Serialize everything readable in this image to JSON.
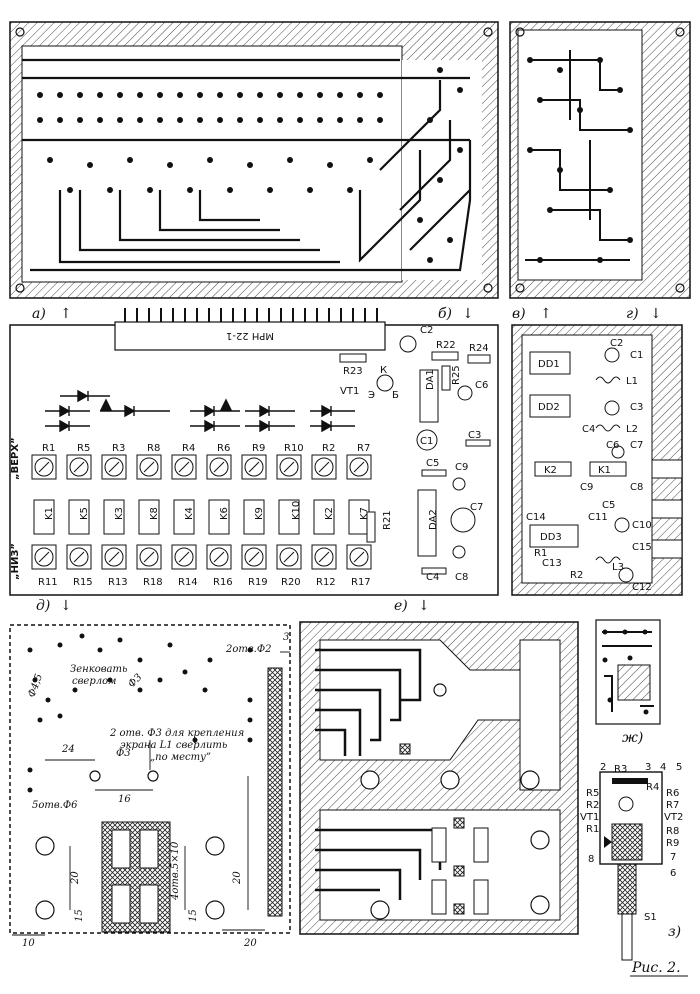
{
  "figure_caption": "Рис. 2.",
  "panel_labels": {
    "a": "а)",
    "b": "б)",
    "v": "в)",
    "g": "г)",
    "d": "д)",
    "e": "е)",
    "zh": "ж)",
    "z": "з)"
  },
  "panel_b": {
    "connector": "МРН 22-1",
    "top_side": "„ВЕРХ”",
    "bottom_side": "„НИЗ”",
    "top_trimmers": [
      "R1",
      "R5",
      "R3",
      "R8",
      "R4",
      "R6",
      "R9",
      "R10",
      "R2",
      "R7"
    ],
    "relays": [
      "K1",
      "K5",
      "K3",
      "K8",
      "K4",
      "K6",
      "K9",
      "K10",
      "K2",
      "K7"
    ],
    "bottom_trimmers": [
      "R11",
      "R15",
      "R13",
      "R18",
      "R14",
      "R16",
      "R19",
      "R20",
      "R12",
      "R17"
    ],
    "parts": {
      "r23": "R23",
      "r22": "R22",
      "r24": "R24",
      "r25": "R25",
      "r21": "R21",
      "c1": "C1",
      "c2": "C2",
      "c3": "C3",
      "c4": "C4",
      "c5": "C5",
      "c6": "C6",
      "c7": "C7",
      "c8": "C8",
      "c9": "C9",
      "da1": "DA1",
      "da2": "DA2",
      "vt1": "VT1",
      "k": "К",
      "e": "Э",
      "bb": "Б"
    }
  },
  "panel_g": {
    "dd1": "DD1",
    "dd2": "DD2",
    "dd3": "DD3",
    "k1": "K1",
    "k2": "K2",
    "c1": "C1",
    "c2": "C2",
    "c3": "C3",
    "c4": "C4",
    "c5": "C5",
    "c6": "C6",
    "c7": "C7",
    "c8": "C8",
    "c9": "C9",
    "c10": "C10",
    "c11": "C11",
    "c12": "C12",
    "c13": "C13",
    "c14": "C14",
    "c15": "C15",
    "l1": "L1",
    "l2": "L2",
    "l3": "L3",
    "r1": "R1",
    "r2": "R2"
  },
  "panel_d": {
    "countersink": "Зенковать",
    "drill": "сверлом",
    "phi45": "Ф4,5",
    "phi3": "Ф3",
    "two_holes_phi2": "2отв.Ф2",
    "screen_note_1": "2 отв. Ф3 для крепления",
    "screen_note_2": "экрана L1 сверлить",
    "screen_note_3": "„по месту”",
    "five_holes": "5отв.Ф6",
    "four_holes": "4отв.5×10",
    "dims": {
      "d24": "24",
      "d16": "16",
      "d20a": "20",
      "d20b": "20",
      "d15a": "15",
      "d15b": "15",
      "d10": "10",
      "d20c": "20",
      "d3": "3"
    }
  },
  "panel_z": {
    "pins_top": [
      "2",
      "3",
      "4",
      "5"
    ],
    "r3": "R3",
    "r4": "R4",
    "r5": "R5",
    "r6": "R6",
    "r7": "R7",
    "r2": "R2",
    "vt1": "VT1",
    "vt2": "VT2",
    "r1": "R1",
    "r8": "R8",
    "r9": "R9",
    "pin8": "8",
    "pin7": "7",
    "pin6": "6",
    "s1": "S1"
  }
}
